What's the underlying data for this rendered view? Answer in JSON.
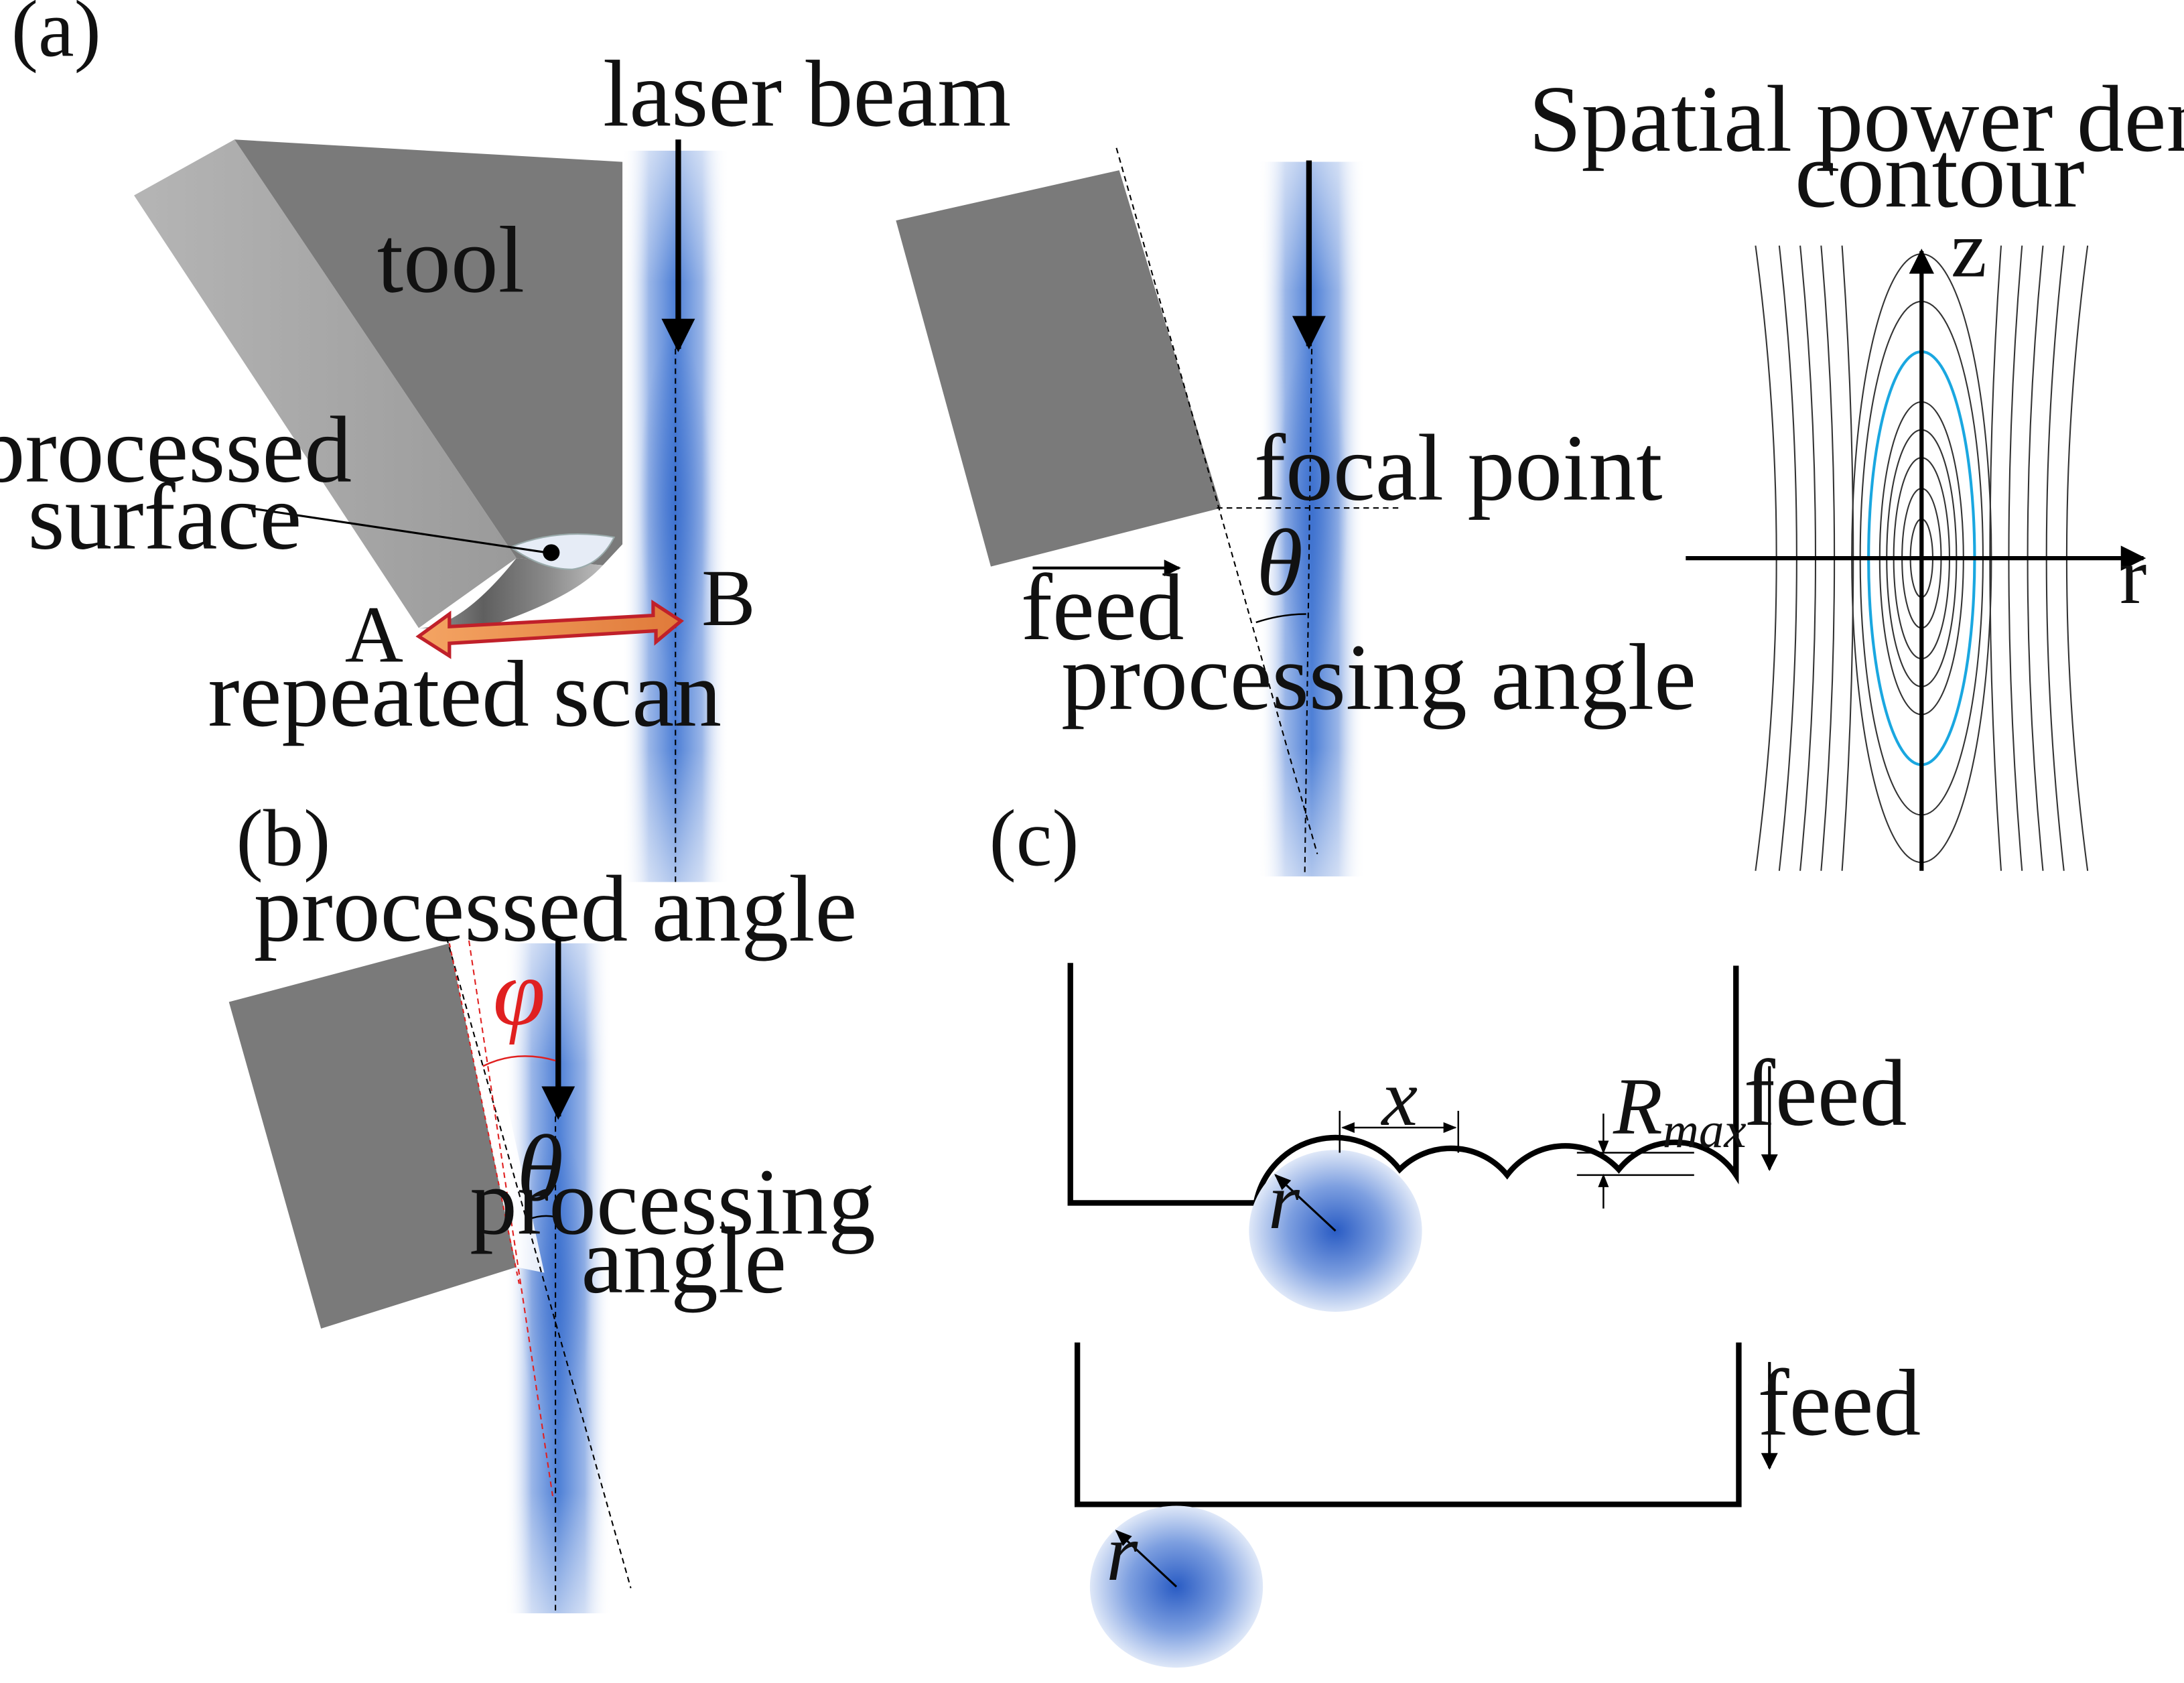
{
  "panels": {
    "a": {
      "label": "(a)",
      "laser_beam": "laser beam",
      "tool": "tool",
      "processed_surface_line1": "processed",
      "processed_surface_line2": "surface",
      "point_a": "A",
      "point_b": "B",
      "repeated_scan": "repeated scan",
      "focal_point": "focal point",
      "feed": "feed",
      "theta": "θ",
      "processing_angle": "processing angle"
    },
    "contour": {
      "title_line1": "Spatial power density",
      "title_line2": "contour",
      "z_axis": "z",
      "r_axis": "r"
    },
    "b": {
      "label": "(b)",
      "processed_angle": "processed angle",
      "phi": "φ",
      "theta": "θ",
      "processing_angle_line1": "processing",
      "processing_angle_line2": "angle"
    },
    "c": {
      "label": "(c)",
      "x_label": "x",
      "r_max_main": "R",
      "r_max_sub": "max",
      "r_label_top": "r",
      "feed_top": "feed",
      "r_label_bottom": "r",
      "feed_bottom": "feed"
    }
  },
  "colors": {
    "tool_dark": "#7a7a7a",
    "tool_light": "#a6a6a6",
    "beam_blue": "#2f64c8",
    "contour_highlight": "#1aa7e0",
    "phi_red": "#e02020",
    "scan_arrow": "#e8893c"
  },
  "icons": {
    "beam_arrow": "down-arrow-icon",
    "feed_arrow": "right-arrow-icon",
    "scan_arrow": "double-arrow-icon"
  }
}
